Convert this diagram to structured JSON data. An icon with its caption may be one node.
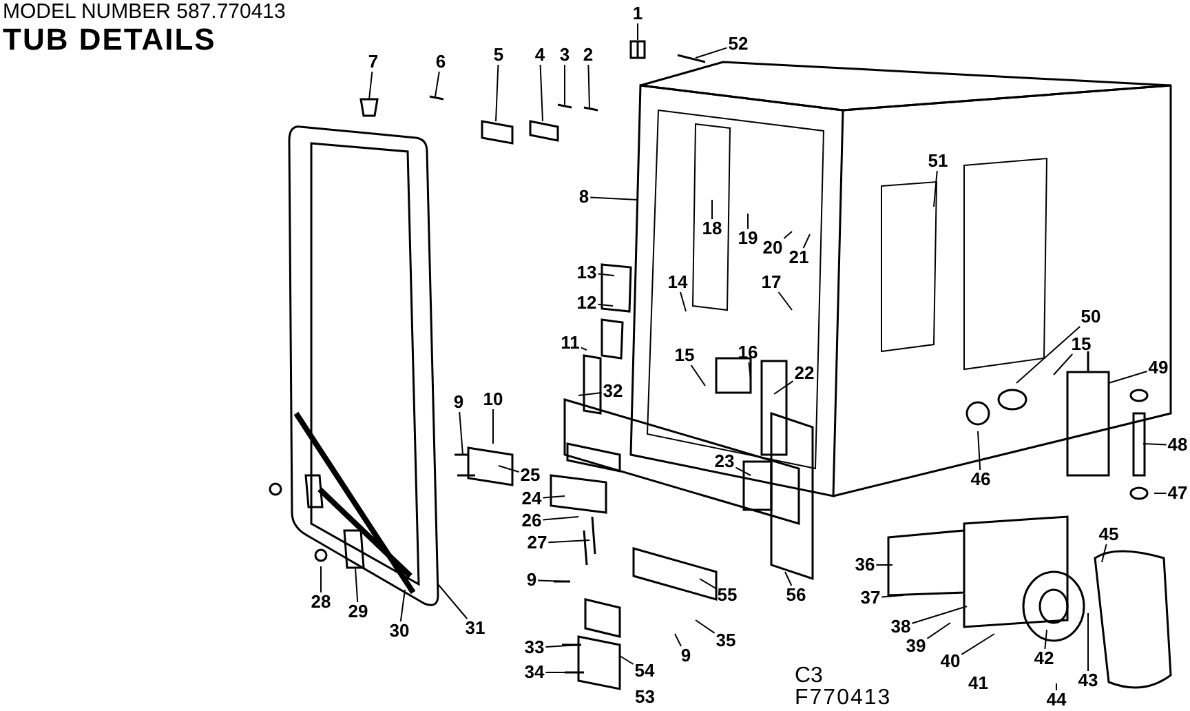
{
  "diagram": {
    "title": "TUB DETAILS",
    "nodes": [
      {
        "text": [
          "1"
        ]
      },
      {
        "text": [
          "52"
        ]
      },
      {
        "text": [
          "7"
        ]
      },
      {
        "text": [
          "6"
        ]
      },
      {
        "text": [
          "5"
        ]
      },
      {
        "text": [
          "4"
        ]
      },
      {
        "text": [
          "3"
        ]
      },
      {
        "text": [
          "2"
        ]
      },
      {
        "text": [
          "8"
        ]
      },
      {
        "text": [
          "51"
        ]
      },
      {
        "text": [
          "18"
        ]
      },
      {
        "text": [
          "19"
        ]
      },
      {
        "text": [
          "20"
        ]
      },
      {
        "text": [
          "21"
        ]
      },
      {
        "text": [
          "13"
        ]
      },
      {
        "text": [
          "12"
        ]
      },
      {
        "text": [
          "14"
        ]
      },
      {
        "text": [
          "17"
        ]
      },
      {
        "text": [
          "11"
        ]
      },
      {
        "text": [
          "15"
        ]
      },
      {
        "text": [
          "16"
        ]
      },
      {
        "text": [
          "22"
        ]
      },
      {
        "text": [
          "50"
        ]
      },
      {
        "text": [
          "15"
        ]
      },
      {
        "text": [
          "49"
        ]
      },
      {
        "text": [
          "32"
        ]
      },
      {
        "text": [
          "9"
        ]
      },
      {
        "text": [
          "10"
        ]
      },
      {
        "text": [
          "48"
        ]
      },
      {
        "text": [
          "47"
        ]
      },
      {
        "text": [
          "46"
        ]
      },
      {
        "text": [
          "25"
        ]
      },
      {
        "text": [
          "24"
        ]
      },
      {
        "text": [
          "26"
        ]
      },
      {
        "text": [
          "27"
        ]
      },
      {
        "text": [
          "23"
        ]
      },
      {
        "text": [
          "28"
        ]
      },
      {
        "text": [
          "29"
        ]
      },
      {
        "text": [
          "30"
        ]
      },
      {
        "text": [
          "31"
        ]
      },
      {
        "text": [
          "9"
        ]
      },
      {
        "text": [
          "55"
        ]
      },
      {
        "text": [
          "56"
        ]
      },
      {
        "text": [
          "35"
        ]
      },
      {
        "text": [
          "36"
        ]
      },
      {
        "text": [
          "37"
        ]
      },
      {
        "text": [
          "38"
        ]
      },
      {
        "text": [
          "39"
        ]
      },
      {
        "text": [
          "40"
        ]
      },
      {
        "text": [
          "33"
        ]
      },
      {
        "text": [
          "34"
        ]
      },
      {
        "text": [
          "54"
        ]
      },
      {
        "text": [
          "9"
        ]
      },
      {
        "text": [
          "42"
        ]
      },
      {
        "text": [
          "43"
        ]
      },
      {
        "text": [
          "44"
        ]
      },
      {
        "text": [
          "45"
        ]
      }
    ],
    "edges": [
      {
        "from": 0,
        "to": null,
        "arrow": "none"
      },
      {
        "from": 1,
        "to": null,
        "arrow": "none"
      },
      {
        "from": 2,
        "to": null,
        "arrow": "none"
      },
      {
        "from": 3,
        "to": null,
        "arrow": "none"
      },
      {
        "from": 4,
        "to": null,
        "arrow": "none"
      },
      {
        "from": 5,
        "to": null,
        "arrow": "none"
      },
      {
        "from": 6,
        "to": null,
        "arrow": "none"
      },
      {
        "from": 7,
        "to": null,
        "arrow": "none"
      },
      {
        "from": 8,
        "to": null,
        "arrow": "none"
      },
      {
        "from": 9,
        "to": null,
        "arrow": "none"
      },
      {
        "from": 10,
        "to": null,
        "arrow": "none"
      },
      {
        "from": 11,
        "to": null,
        "arrow": "none"
      },
      {
        "from": 12,
        "to": null,
        "arrow": "none"
      },
      {
        "from": 13,
        "to": null,
        "arrow": "none"
      },
      {
        "from": 14,
        "to": null,
        "arrow": "none"
      },
      {
        "from": 15,
        "to": null,
        "arrow": "none"
      },
      {
        "from": 16,
        "to": null,
        "arrow": "none"
      },
      {
        "from": 17,
        "to": null,
        "arrow": "none"
      },
      {
        "from": 18,
        "to": null,
        "arrow": "none"
      },
      {
        "from": 19,
        "to": null,
        "arrow": "none"
      },
      {
        "from": 20,
        "to": null,
        "arrow": "none"
      },
      {
        "from": 21,
        "to": null,
        "arrow": "none"
      },
      {
        "from": 22,
        "to": null,
        "arrow": "none"
      },
      {
        "from": 23,
        "to": null,
        "arrow": "none"
      },
      {
        "from": 24,
        "to": null,
        "arrow": "none"
      },
      {
        "from": 25,
        "to": null,
        "arrow": "none"
      },
      {
        "from": 26,
        "to": null,
        "arrow": "none"
      },
      {
        "from": 27,
        "to": null,
        "arrow": "none"
      },
      {
        "from": 28,
        "to": null,
        "arrow": "none"
      },
      {
        "from": 29,
        "to": null,
        "arrow": "none"
      },
      {
        "from": 30,
        "to": null,
        "arrow": "none"
      },
      {
        "from": 31,
        "to": null,
        "arrow": "none"
      },
      {
        "from": 32,
        "to": null,
        "arrow": "none"
      },
      {
        "from": 33,
        "to": null,
        "arrow": "none"
      },
      {
        "from": 34,
        "to": null,
        "arrow": "none"
      },
      {
        "from": 35,
        "to": null,
        "arrow": "none"
      },
      {
        "from": 36,
        "to": null,
        "arrow": "none"
      },
      {
        "from": 37,
        "to": null,
        "arrow": "none"
      },
      {
        "from": 38,
        "to": null,
        "arrow": "none"
      },
      {
        "from": 39,
        "to": null,
        "arrow": "none"
      },
      {
        "from": 40,
        "to": null,
        "arrow": "none"
      },
      {
        "from": 41,
        "to": null,
        "arrow": "none"
      },
      {
        "from": 42,
        "to": null,
        "arrow": "none"
      },
      {
        "from": 43,
        "to": null,
        "arrow": "none"
      },
      {
        "from": 44,
        "to": null,
        "arrow": "none"
      },
      {
        "from": 45,
        "to": null,
        "arrow": "none"
      },
      {
        "from": 46,
        "to": null,
        "arrow": "none"
      },
      {
        "from": 47,
        "to": null,
        "arrow": "none"
      },
      {
        "from": 48,
        "to": null,
        "arrow": "none"
      },
      {
        "from": 49,
        "to": null,
        "arrow": "none"
      },
      {
        "from": 50,
        "to": null,
        "arrow": "none"
      },
      {
        "from": 51,
        "to": null,
        "arrow": "none"
      },
      {
        "from": 52,
        "to": null,
        "arrow": "none"
      },
      {
        "from": 53,
        "to": null,
        "arrow": "none"
      },
      {
        "from": 54,
        "to": null,
        "arrow": "none"
      },
      {
        "from": 55,
        "to": null,
        "arrow": "none"
      },
      {
        "from": 56,
        "to": null,
        "arrow": "none"
      }
    ],
    "labels": [
      "MODEL NUMBER 587.770413",
      "41",
      "53",
      "C3",
      "F770413"
    ]
  }
}
